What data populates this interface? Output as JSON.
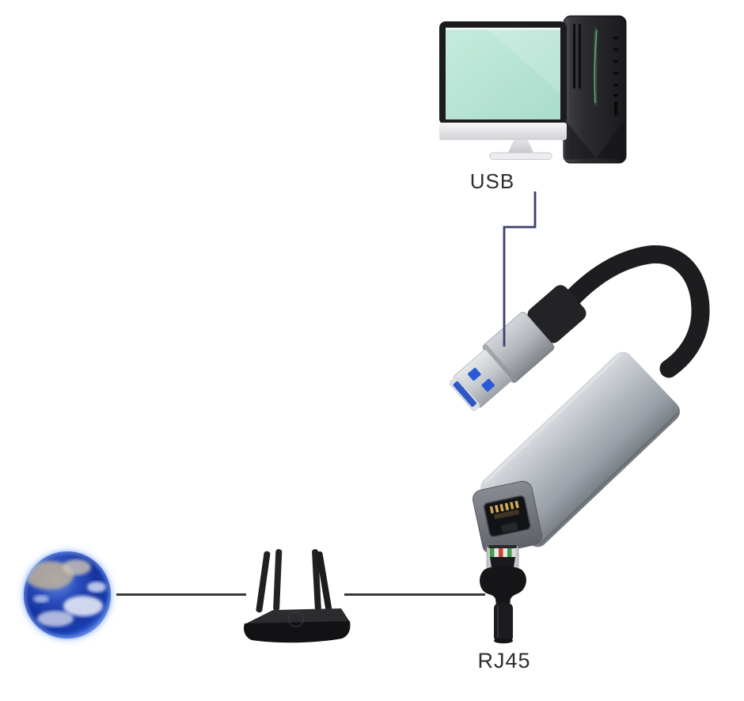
{
  "labels": {
    "usb": "USB",
    "rj45": "RJ45"
  },
  "diagram": {
    "title_implied": "USB to RJ45 ethernet adapter connection diagram",
    "nodes": [
      {
        "id": "desktop-computer",
        "icon": "desktop-computer-icon"
      },
      {
        "id": "usb-ethernet-adapter",
        "icon": "usb-adapter-icon"
      },
      {
        "id": "internet-globe",
        "icon": "earth-globe-icon"
      },
      {
        "id": "wifi-router",
        "icon": "router-icon"
      },
      {
        "id": "rj45-cable-plug",
        "icon": "rj45-plug-icon"
      }
    ],
    "connections": [
      {
        "from": "desktop-computer",
        "to": "usb-ethernet-adapter",
        "label": "USB"
      },
      {
        "from": "internet-globe",
        "to": "wifi-router",
        "label": ""
      },
      {
        "from": "wifi-router",
        "to": "rj45-cable-plug",
        "label": "RJ45"
      }
    ]
  },
  "colors": {
    "background": "#ffffff",
    "label_text": "#2d2d2d",
    "usb_connection_line": "#3c406e",
    "bottom_connection_line": "#3a3a3a",
    "monitor_screen_mint": "#b5e2d3",
    "usb_blue": "#2f57c8",
    "aluminum_gray": "#a8adb4",
    "cable_black": "#1d1d1f",
    "earth_blue": "#1d3fae",
    "tower_green_accent": "#4f8a58",
    "rj45_gold_pins": "#c9a54e"
  }
}
